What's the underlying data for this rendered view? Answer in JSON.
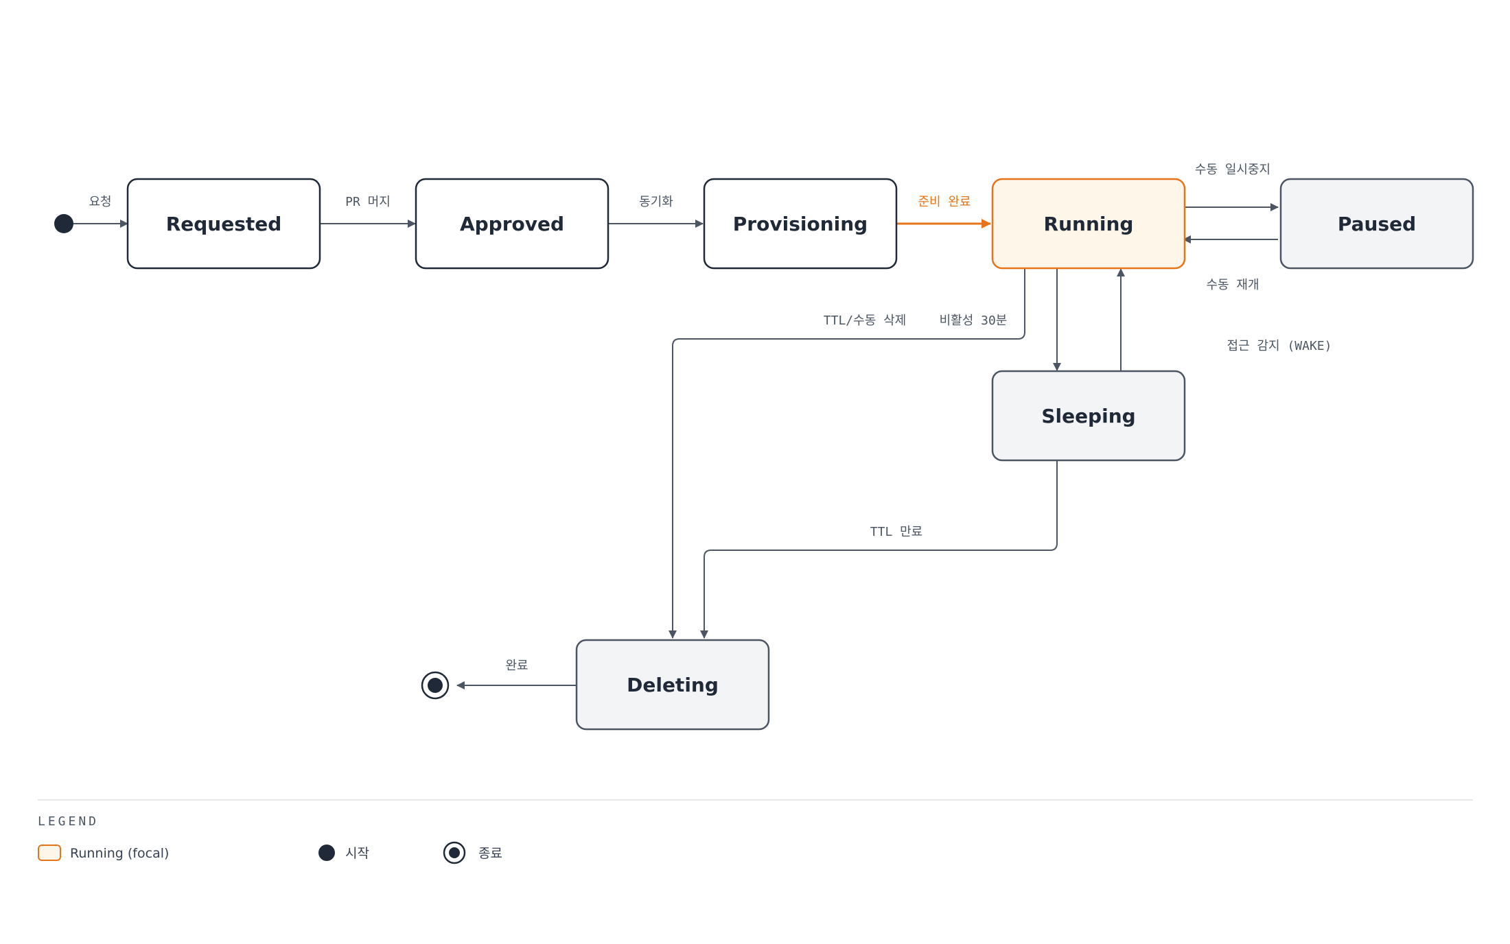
{
  "states": {
    "requested": "Requested",
    "approved": "Approved",
    "provisioning": "Provisioning",
    "running": "Running",
    "paused": "Paused",
    "sleeping": "Sleeping",
    "deleting": "Deleting"
  },
  "transitions": {
    "request": "요청",
    "pr_merge": "PR 머지",
    "sync": "동기화",
    "ready_complete": "준비 완료",
    "manual_pause": "수동 일시중지",
    "manual_resume": "수동 재개",
    "ttl_manual_delete": "TTL/수동 삭제",
    "inactive_30min": "비활성 30분",
    "access_detected": "접근 감지 (WAKE)",
    "ttl_expired": "TTL 만료",
    "done": "완료"
  },
  "legend": {
    "title": "LEGEND",
    "focal": "Running (focal)",
    "start": "시작",
    "end": "종료"
  },
  "colors": {
    "stroke": "#374151",
    "edge": "#4b5563",
    "focal": "#e8741a",
    "focal_fill": "#fef6e9",
    "muted_fill": "#f3f4f6",
    "node": "#1f2937"
  }
}
